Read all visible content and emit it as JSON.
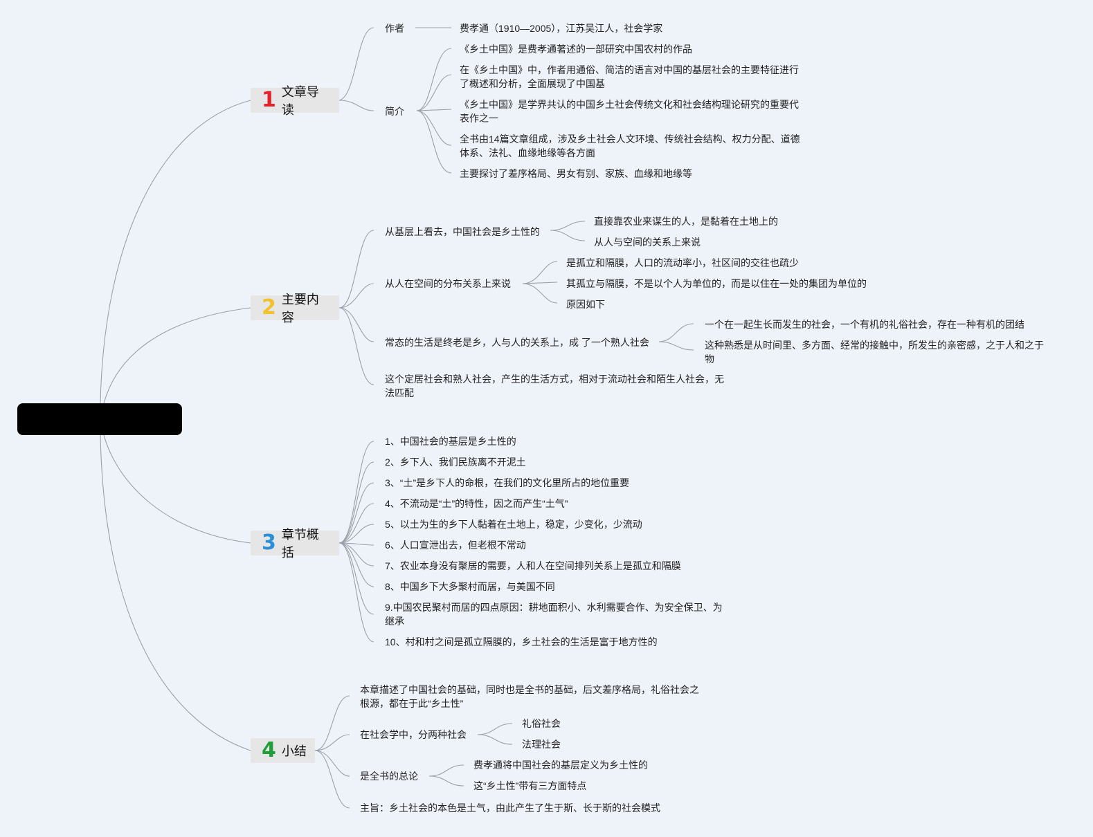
{
  "root": {
    "label": ""
  },
  "branches": [
    {
      "num": "1",
      "color": "#e0242b",
      "title": "文章导读"
    },
    {
      "num": "2",
      "color": "#f2c12e",
      "title": "主要内容"
    },
    {
      "num": "3",
      "color": "#2b8fd6",
      "title": "章节概括"
    },
    {
      "num": "4",
      "color": "#1f9e3a",
      "title": "小结"
    }
  ],
  "b1": {
    "author_label": "作者",
    "author_text": "费孝通（1910—2005），江苏吴江人，社会学家",
    "intro_label": "简介",
    "intro_items": [
      "《乡土中国》是费孝通著述的一部研究中国农村的作品",
      "在《乡土中国》中，作者用通俗、简洁的语言对中国的基层社会的主要特征进行了概述和分析，全面展现了中国基",
      "《乡土中国》是学界共认的中国乡土社会传统文化和社会结构理论研究的重要代表作之一",
      "全书由14篇文章组成，涉及乡土社会人文环境、传统社会结构、权力分配、道德体系、法礼、血缘地缘等各方面",
      "主要探讨了差序格局、男女有别、家族、血缘和地缘等"
    ]
  },
  "b2": {
    "n1": "从基层上看去，中国社会是乡土性的",
    "n1_children": [
      "直接靠农业来谋生的人，是黏着在土地上的",
      "从人与空间的关系上来说"
    ],
    "n2": "从人在空间的分布关系上来说",
    "n2_children": [
      "是孤立和隔膜，人口的流动率小，社区间的交往也疏少",
      "其孤立与隔膜，不是以个人为单位的，而是以住在一处的集团为单位的",
      "原因如下"
    ],
    "n3": "常态的生活是终老是乡，人与人的关系上，成 了一个熟人社会",
    "n3_children": [
      "一个在一起生长而发生的社会，一个有机的礼俗社会，存在一种有机的团结",
      "这种熟悉是从时间里、多方面、经常的接触中，所发生的亲密感，之于人和之于物"
    ],
    "n4": "这个定居社会和熟人社会，产生的生活方式，相对于流动社会和陌生人社会，无法匹配"
  },
  "b3": {
    "items": [
      "1、中国社会的基层是乡土性的",
      "2、乡下人、我们民族离不开泥土",
      "3、“土”是乡下人的命根，在我们的文化里所占的地位重要",
      "4、不流动是“土”的特性，因之而产生“土气”",
      "5、以土为生的乡下人黏着在土地上，稳定，少变化，少流动",
      "6、人口宣泄出去，但老根不常动",
      "7、农业本身没有聚居的需要，人和人在空间排列关系上是孤立和隔膜",
      "8、中国乡下大多聚村而居，与美国不同",
      "9.中国农民聚村而居的四点原因：耕地面积小、水利需要合作、为安全保卫、为继承",
      "10、村和村之间是孤立隔膜的，乡土社会的生活是富于地方性的"
    ]
  },
  "b4": {
    "n1": "本章描述了中国社会的基础，同时也是全书的基础，后文差序格局，礼俗社会之根源，都在于此“乡土性”",
    "n2": "在社会学中，分两种社会",
    "n2_children": [
      "礼俗社会",
      "法理社会"
    ],
    "n3": "是全书的总论",
    "n3_children": [
      "费孝通将中国社会的基层定义为乡土性的",
      "这“乡土性”带有三方面特点"
    ],
    "n4": "主旨：乡土社会的本色是土气，由此产生了生于斯、长于斯的社会模式"
  }
}
